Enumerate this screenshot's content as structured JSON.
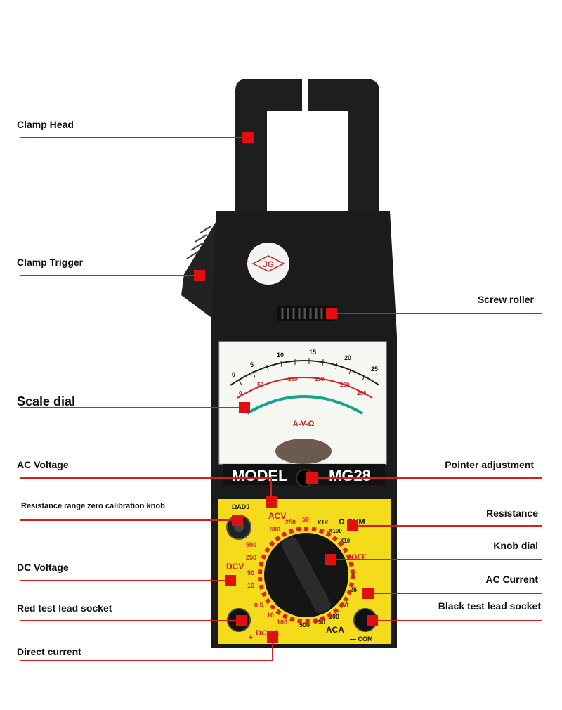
{
  "device": {
    "logo": "JG",
    "model_label": "MODEL",
    "model_number": "MG28",
    "dial_text": "A-V-Ω",
    "scale_numbers_top": [
      "0",
      "5",
      "10",
      "15",
      "20",
      "25"
    ],
    "scale_numbers_mid": [
      "0",
      "50",
      "100",
      "150",
      "200",
      "250"
    ],
    "knob_zero_label": "ΩADJ",
    "dial_labels": {
      "acv": "ACV",
      "dcv": "DCV",
      "ohm": "Ω OHM",
      "off": "OFF",
      "aca": "ACA",
      "dcma": "DCmA",
      "com": "— COM",
      "plus": "+",
      "x1k": "X1K",
      "x100": "X100",
      "x10": "X10"
    },
    "acv_ranges": [
      "500",
      "250",
      "50"
    ],
    "dcv_ranges": [
      "500",
      "250",
      "50",
      "10"
    ],
    "aca_ranges": [
      "5",
      "25",
      "50",
      "100",
      "250",
      "500"
    ],
    "dcma_ranges": [
      "0.5",
      "10",
      "100"
    ]
  },
  "callouts": [
    {
      "id": "clamp-head",
      "label": "Clamp Head"
    },
    {
      "id": "clamp-trigger",
      "label": "Clamp Trigger"
    },
    {
      "id": "scale-dial",
      "label": "Scale dial"
    },
    {
      "id": "ac-voltage",
      "label": "AC Voltage"
    },
    {
      "id": "zero-knob",
      "label": "Resistance range zero calibration knob"
    },
    {
      "id": "dc-voltage",
      "label": "DC Voltage"
    },
    {
      "id": "red-socket",
      "label": "Red test lead socket"
    },
    {
      "id": "direct-current",
      "label": "Direct current"
    },
    {
      "id": "screw-roller",
      "label": "Screw roller"
    },
    {
      "id": "pointer-adjustment",
      "label": "Pointer adjustment"
    },
    {
      "id": "resistance",
      "label": "Resistance"
    },
    {
      "id": "knob-dial",
      "label": "Knob dial"
    },
    {
      "id": "ac-current",
      "label": "AC Current"
    },
    {
      "id": "black-socket",
      "label": "Black test lead socket"
    }
  ],
  "colors": {
    "leader": "#d21f1f",
    "marker": "#e01010",
    "body": "#1b1b1b",
    "panel": "#f4dc1c",
    "needle_arc": "#16a58c"
  }
}
